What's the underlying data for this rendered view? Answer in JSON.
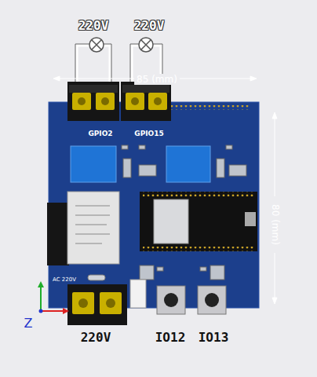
{
  "diagram": {
    "labels": [
      "220V",
      "220V",
      "85 (mm)",
      "GPIO2",
      "GPIO15",
      "80 (mm)",
      "AC 220V",
      "Z",
      "220V",
      "IO12",
      "IO13"
    ]
  }
}
